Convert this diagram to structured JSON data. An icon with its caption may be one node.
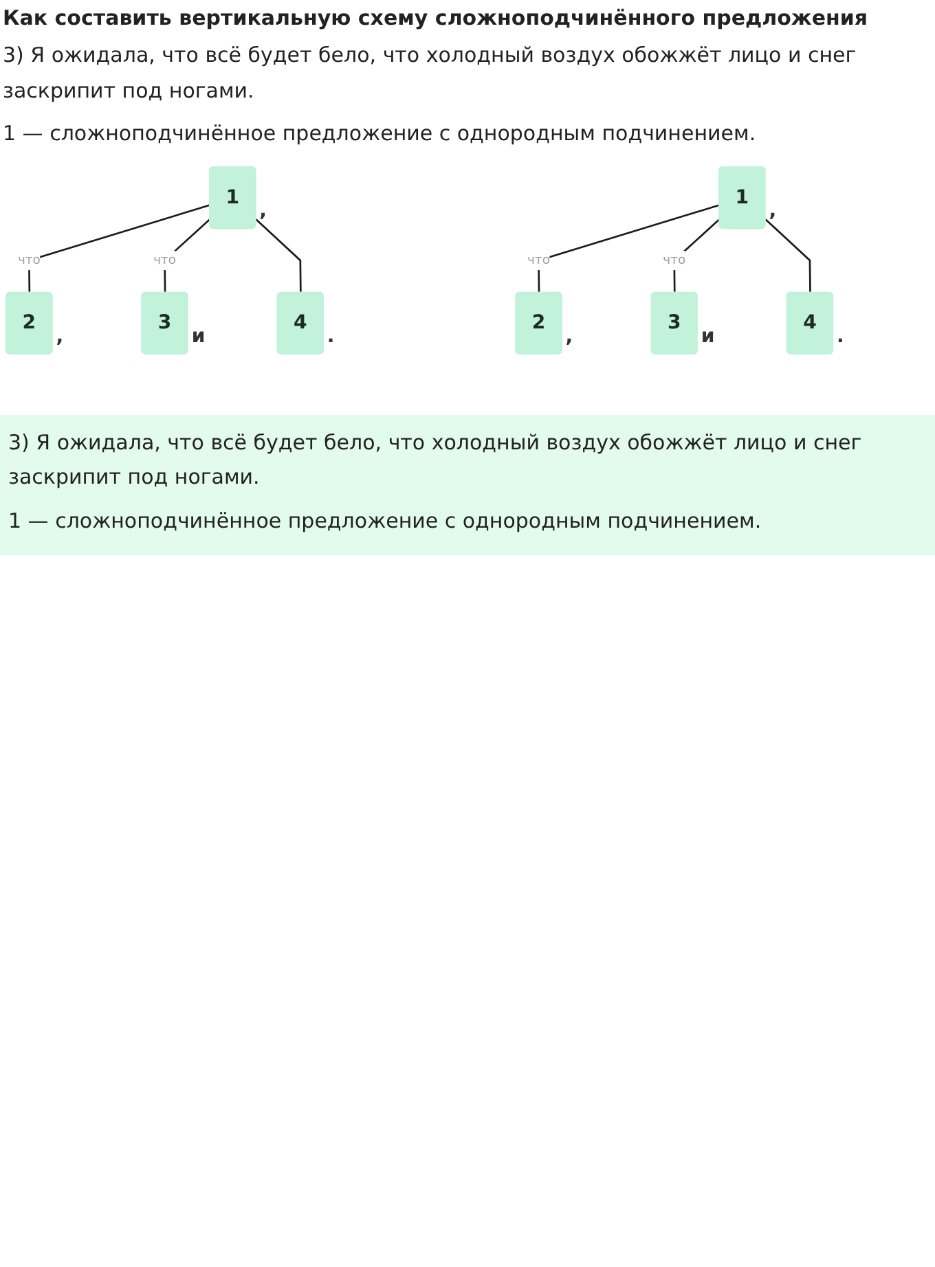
{
  "diagram": {
    "title": "Как составить вертикальную схему сложноподчинённого предложения",
    "nodes": [
      {
        "text": [
          "1"
        ],
        "beside": [
          ","
        ]
      },
      {
        "text": [
          "2"
        ],
        "beside": [
          ","
        ]
      },
      {
        "text": [
          "3"
        ],
        "beside": [
          "и"
        ]
      },
      {
        "text": [
          "4"
        ],
        "beside": [
          "."
        ]
      },
      {
        "text": [
          "1"
        ],
        "beside": [
          ","
        ]
      },
      {
        "text": [
          "2"
        ],
        "beside": [
          ","
        ]
      },
      {
        "text": [
          "3"
        ],
        "beside": [
          "и"
        ]
      },
      {
        "text": [
          "4"
        ],
        "beside": [
          "."
        ]
      }
    ],
    "edges": [
      {
        "from": 0,
        "to": 1,
        "arrow": "none",
        "label": "что"
      },
      {
        "from": 0,
        "to": 2,
        "arrow": "none",
        "label": "что"
      },
      {
        "from": 0,
        "to": 3,
        "arrow": "none"
      },
      {
        "from": 4,
        "to": 5,
        "arrow": "none",
        "label": "что"
      },
      {
        "from": 4,
        "to": 6,
        "arrow": "none",
        "label": "что"
      },
      {
        "from": 4,
        "to": 7,
        "arrow": "none"
      }
    ],
    "labels": [
      "3) Я ожидала, что всё будет бело, что холодный воздух обожжёт лицо и снег заскрипит под ногами.",
      "1 — сложноподчинённое предложение с однородным подчинением.",
      "3) Я ожидала, что всё будет бело, что холодный воздух обожжёт лицо и снег заскрипит под ногами.",
      "1 — сложноподчинённое предложение с однородным подчинением."
    ]
  }
}
